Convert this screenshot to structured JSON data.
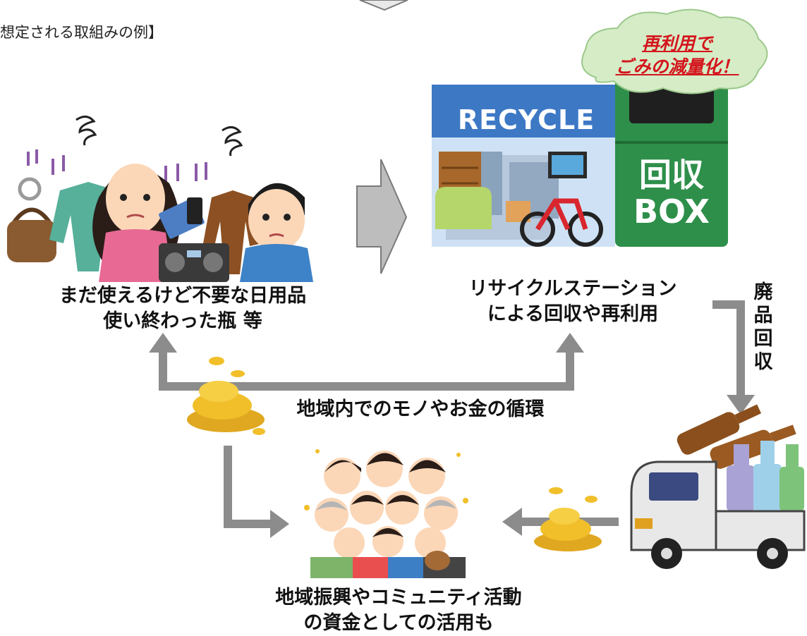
{
  "header": {
    "text": "想定される取組みの例】"
  },
  "cloud": {
    "line1": "再利用で",
    "line2": "ごみの減量化！"
  },
  "store_sign": {
    "text": "RECYCLE"
  },
  "box_sign": {
    "line1": "回収",
    "line2": "BOX"
  },
  "captions": {
    "unneeded_items": {
      "line1": "まだ使えるけど不要な日用品",
      "line2": "使い終わった瓶 等"
    },
    "recycle_station": {
      "line1": "リサイクルステーション",
      "line2": "による回収や再利用"
    },
    "waste_collection": {
      "chars": [
        "廃",
        "品",
        "回",
        "収"
      ]
    },
    "circulation": {
      "text": "地域内でのモノやお金の循環"
    },
    "community": {
      "line1": "地域振興やコミュニティ活動",
      "line2": "の資金としての活用も"
    }
  },
  "colors": {
    "arrow_gray": "#8c8c8c",
    "cloud_fill": "#d5ecc6",
    "cloud_text": "#d4141c",
    "store_blue": "#3d78c5",
    "box_green": "#2e8f4a",
    "coin_gold": "#f1bf2a"
  },
  "icons": {
    "people": "worried-people-icon",
    "store": "recycle-store-icon",
    "box": "collection-box-icon",
    "truck": "bottle-truck-icon",
    "coins": "gold-coins-icon",
    "crowd": "happy-crowd-icon"
  }
}
